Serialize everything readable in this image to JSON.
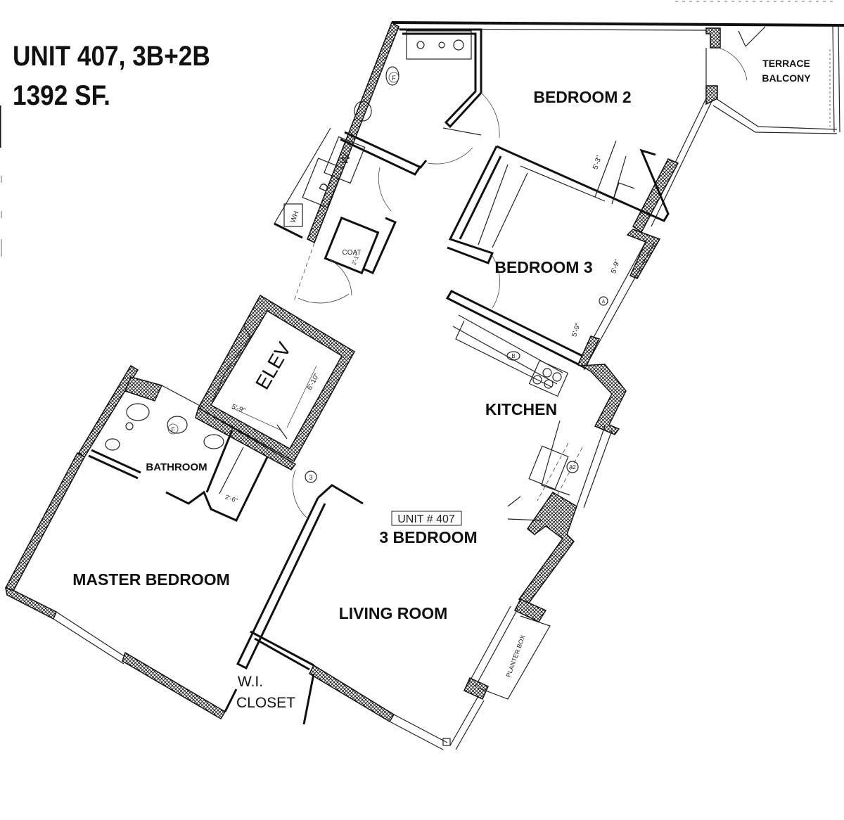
{
  "header": {
    "line1": "UNIT 407,   3B+2B",
    "line2": "1392 SF."
  },
  "rooms": {
    "terrace_line1": "TERRACE",
    "terrace_line2": "BALCONY",
    "bedroom2": "BEDROOM 2",
    "bedroom3": "BEDROOM 3",
    "kitchen": "KITCHEN",
    "bathroom": "BATHROOM",
    "elev": "ELEV",
    "unit_tag": "UNIT # 407",
    "bedroom_count": "3 BEDROOM",
    "master_bedroom": "MASTER BEDROOM",
    "living_room": "LIVING ROOM",
    "wi_line1": "W.I.",
    "wi_line2": "CLOSET",
    "coat": "COAT",
    "planter_box": "PLANTER BOX"
  },
  "appliances": {
    "washer": "W",
    "dryer": "D",
    "water_heater": "WH",
    "fridge": "F",
    "bath_fridge": "F",
    "range_tag": "B",
    "oven_tag": "A2",
    "door_tag": "3",
    "bedroom3_tag": "A"
  },
  "dimensions": {
    "bed2_closet": "5'-3\"",
    "bed3_closet_a": "5'-9\"",
    "bed3_closet_b": "5'-9\"",
    "elev_w": "5'-9\"",
    "elev_d": "6'-10\"",
    "bath_closet": "2'-6\"",
    "coat_dim": "2'-1\""
  }
}
